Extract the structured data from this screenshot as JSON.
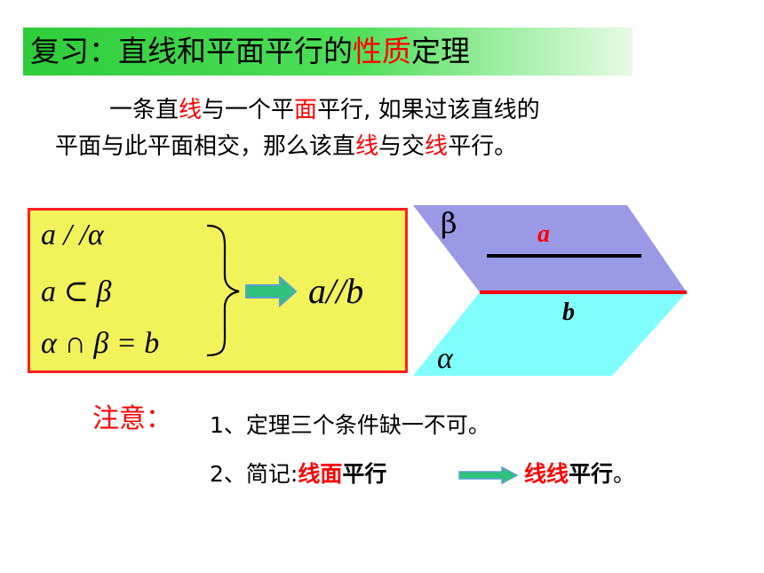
{
  "title": {
    "p1": "复习：直线和平面平行的",
    "p2": "性质",
    "p3": "定理"
  },
  "theorem": {
    "l1a": "一条直",
    "l1b": "线",
    "l1c": "与一个平",
    "l1d": "面",
    "l1e": "平行, 如果过该直线的",
    "l2a": "平面与此平面相交，那么该直",
    "l2b": "线",
    "l2c": "与交",
    "l2d": "线",
    "l2e": "平行。"
  },
  "conditions": {
    "c1": "a / /α",
    "c2": "a ⊂ β",
    "c3": "α ∩ β = b",
    "result": "a//b"
  },
  "figure": {
    "beta": "β",
    "alpha": "α",
    "line_a": "a",
    "line_b": "b"
  },
  "note": {
    "label": "注意：",
    "item1": "1、定理三个条件缺一不可。",
    "item2_prefix": "2、简记:",
    "item2_red1": "线面",
    "item2_black1": "平行",
    "item2_red2": "线线",
    "item2_black2": "平行",
    "item2_end": "。"
  },
  "colors": {
    "title_green": "#2ecc3a",
    "highlight_red": "#ff0000",
    "box_yellow": "#f2f25a",
    "beta_plane": "#9999e6",
    "alpha_plane": "#80ffff",
    "arrow_green": "#2fc27a"
  }
}
